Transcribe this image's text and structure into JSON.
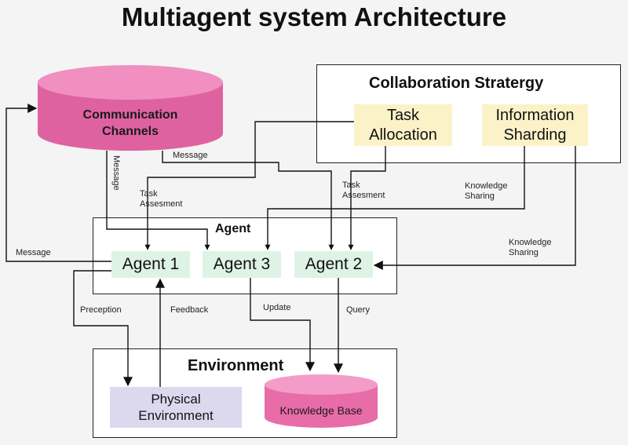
{
  "title": "Multiagent system Architecture",
  "communication_channels": {
    "line1": "Communication",
    "line2": "Channels"
  },
  "collaboration": {
    "title": "Collaboration Stratergy",
    "task_allocation": {
      "line1": "Task",
      "line2": "Allocation"
    },
    "information_sharding": {
      "line1": "Information",
      "line2": "Sharding"
    }
  },
  "agent": {
    "title": "Agent",
    "agent1": "Agent 1",
    "agent3": "Agent 3",
    "agent2": "Agent 2"
  },
  "environment": {
    "title": "Environment",
    "physical": {
      "line1": "Physical",
      "line2": "Environment"
    },
    "knowledge_base": "Knowledge Base"
  },
  "edge_labels": {
    "message_vertical": "Message",
    "message_top": "Message",
    "message_left": "Message",
    "task_assesment_left": {
      "line1": "Task",
      "line2": "Assesment"
    },
    "task_assesment_mid": {
      "line1": "Task",
      "line2": "Assesment"
    },
    "knowledge_sharing_top": {
      "line1": "Knowledge",
      "line2": "Sharing"
    },
    "knowledge_sharing_right": {
      "line1": "Knowledge",
      "line2": "Sharing"
    },
    "preception": "Preception",
    "feedback": "Feedback",
    "update": "Update",
    "query": "Query"
  },
  "colors": {
    "cylinder_pink": "#e46aa6",
    "agent_green": "#dff2e6",
    "collab_yellow": "#fbf2c8",
    "physical_lavender": "#dcd9ee"
  }
}
